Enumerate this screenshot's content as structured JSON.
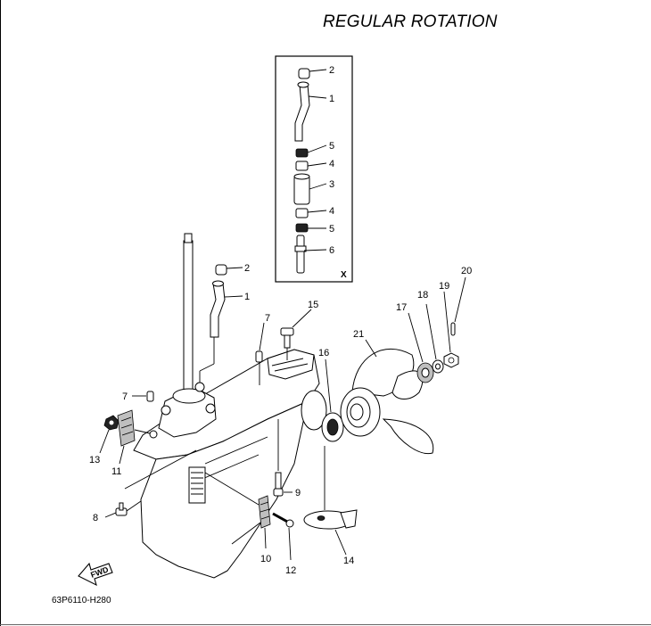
{
  "diagram": {
    "title": "REGULAR ROTATION",
    "drawing_code": "63P6110-H280",
    "direction_label": "FWD",
    "inset_label": "X",
    "inset_callouts": [
      "2",
      "1",
      "5",
      "4",
      "3",
      "4",
      "5",
      "6"
    ],
    "callouts": {
      "c1": "1",
      "c2": "2",
      "c7a": "7",
      "c7b": "7",
      "c8": "8",
      "c9": "9",
      "c10": "10",
      "c11": "11",
      "c12": "12",
      "c13": "13",
      "c14": "14",
      "c15": "15",
      "c16": "16",
      "c17": "17",
      "c18": "18",
      "c19": "19",
      "c20": "20",
      "c21": "21"
    }
  }
}
